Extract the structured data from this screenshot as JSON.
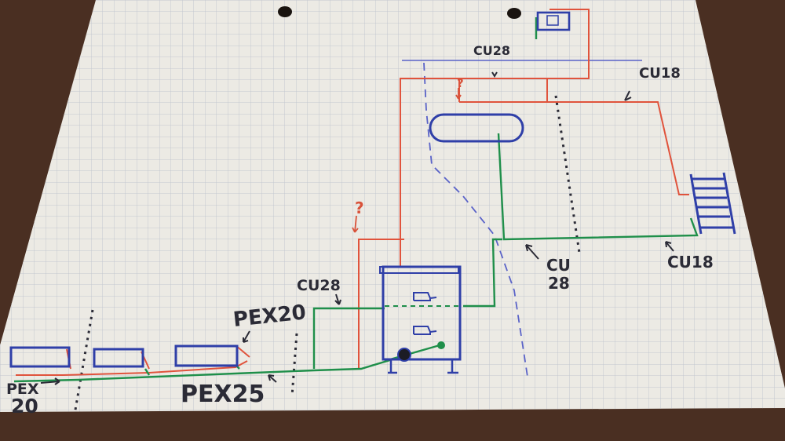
{
  "colors": {
    "table": "#4a2f22",
    "paper": "#eceae4",
    "grid": "#c3c8cf",
    "pipe_red": "#e0533c",
    "pipe_green": "#1f8f4a",
    "device_blue": "#2f3fa8",
    "ink_dark": "#2b2b36",
    "line_blue_light": "#5a63c8"
  },
  "icons": {
    "boiler": "boiler-icon",
    "pump": "pump-icon",
    "tank": "hot-water-tank-icon",
    "ladder_radiator": "ladder-radiator-icon",
    "expansion_vessel": "expansion-vessel-icon",
    "radiator": "radiator-icon"
  },
  "labels": {
    "cu28_top": "CU28",
    "cu18_top": "CU18",
    "cu28_left": "CU28",
    "pex20_mid": "PEX20",
    "pex25": "PEX25",
    "pex20_left_a": "PEX",
    "pex20_left_b": "20",
    "cu28_right_a": "CU",
    "cu28_right_b": "28",
    "cu18_right": "CU18",
    "question_1": "?",
    "question_2": "?"
  }
}
